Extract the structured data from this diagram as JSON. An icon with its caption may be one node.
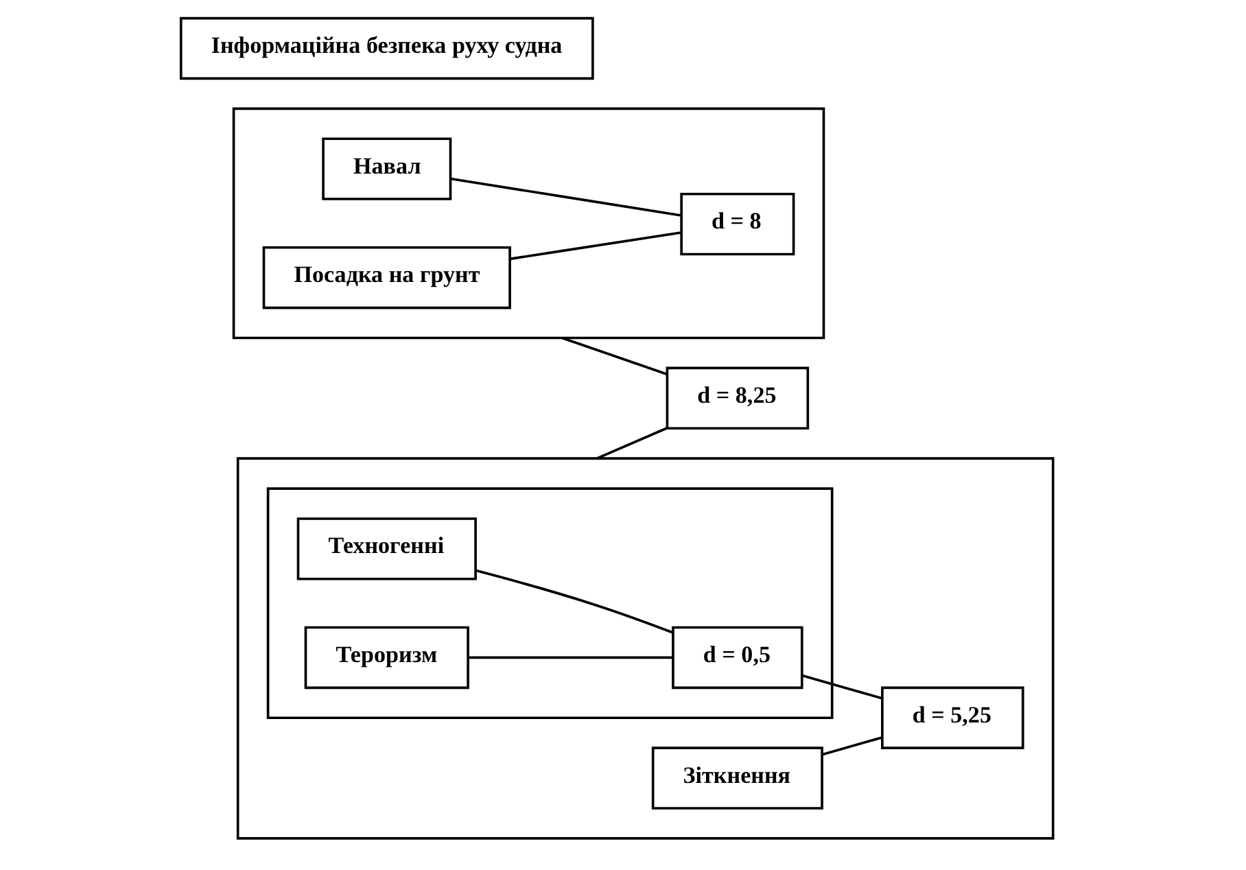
{
  "diagram": {
    "nodes": [
      {
        "text": [],
        "shape": "box"
      },
      {
        "text": [
          "Посадка на грунт"
        ],
        "in": 0
      },
      {
        "text": [
          "Навал"
        ],
        "in": 0
      },
      {
        "text": [
          "d = 8"
        ],
        "in": 0
      },
      {
        "text": [],
        "shape": "box"
      },
      {
        "text": [],
        "shape": "box",
        "in": 4
      },
      {
        "text": [
          "Техногенні"
        ],
        "in": 5
      },
      {
        "text": [
          "Тероризм"
        ],
        "in": 5
      },
      {
        "text": [
          "d = 0,5"
        ],
        "in": 5
      },
      {
        "text": [
          "d = 5,25"
        ],
        "in": 4
      },
      {
        "text": [
          "Зіткнення"
        ],
        "in": 4
      },
      {
        "text": [
          "d = 8,25"
        ]
      },
      {
        "text": [
          "Інформаційна безпека руху судна"
        ]
      }
    ],
    "edges": [
      {
        "from": 1,
        "to": 3,
        "arrow": "none"
      },
      {
        "from": 2,
        "to": 3,
        "arrow": "none"
      },
      {
        "from": 6,
        "to": 8,
        "arrow": "none"
      },
      {
        "from": 7,
        "to": 8,
        "arrow": "none"
      },
      {
        "from": 8,
        "to": 9,
        "arrow": "none"
      },
      {
        "from": 10,
        "to": 9,
        "arrow": "none"
      },
      {
        "from": 0,
        "to": 11,
        "arrow": "none"
      },
      {
        "from": 4,
        "to": 11,
        "arrow": "none"
      }
    ]
  }
}
